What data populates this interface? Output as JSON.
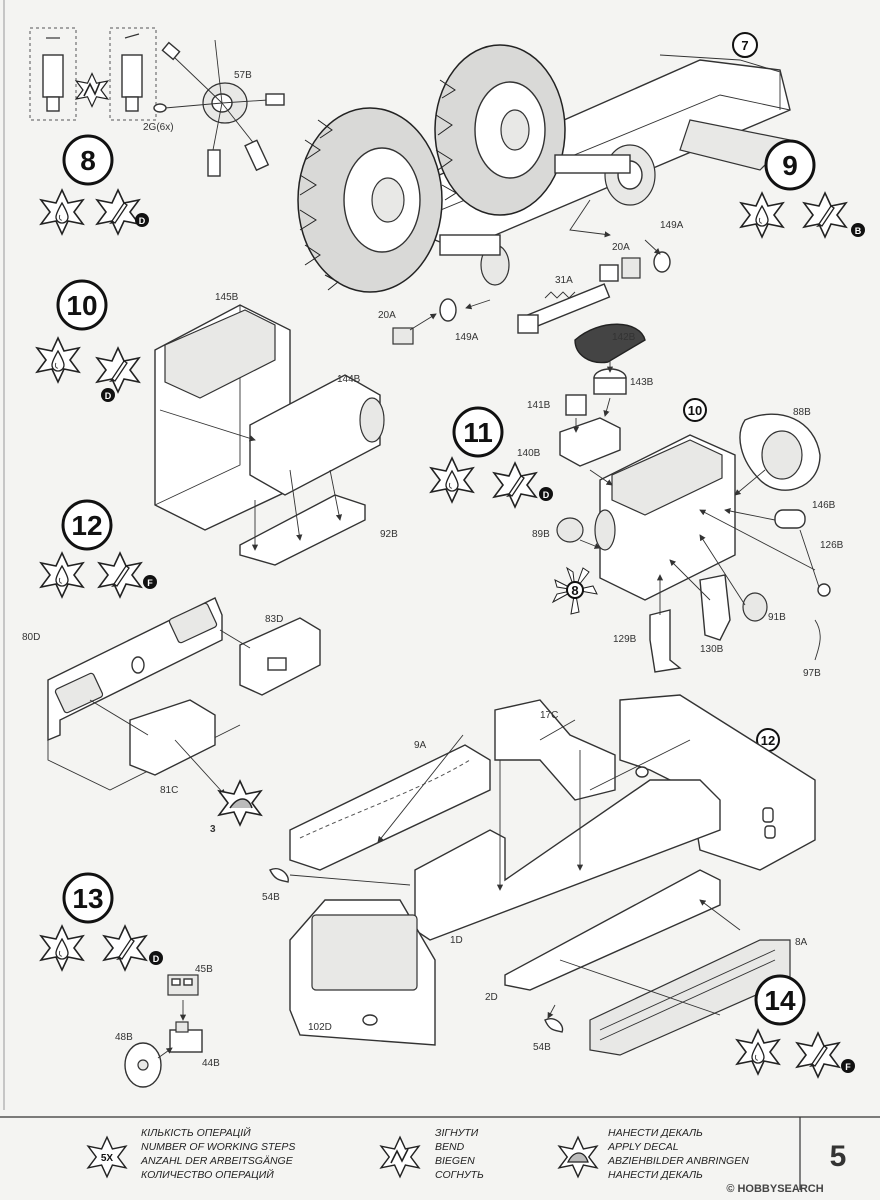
{
  "steps": {
    "s7": "7",
    "s8": "8",
    "s9": "9",
    "s10": "10",
    "s11": "11",
    "s12": "12",
    "s13": "13",
    "s14": "14"
  },
  "subrefs": {
    "r10": "10",
    "r8": "8",
    "r12": "12"
  },
  "paint_letters": {
    "p8": "D",
    "p9": "B",
    "p10": "D",
    "p11": "D",
    "p12": "F",
    "p13": "D",
    "p14": "F"
  },
  "parts": {
    "p57B": "57B",
    "p2G6x": "2G(6x)",
    "p149A_a": "149A",
    "p20A_a": "20A",
    "p31A": "31A",
    "p20A_b": "20A",
    "p149A_b": "149A",
    "p145B": "145B",
    "p144B": "144B",
    "p92B": "92B",
    "p142B": "142B",
    "p143B": "143B",
    "p141B": "141B",
    "p140B": "140B",
    "p88B": "88B",
    "p146B": "146B",
    "p126B": "126B",
    "p89B": "89B",
    "p91B": "91B",
    "p129B": "129B",
    "p130B": "130B",
    "p97B": "97B",
    "p83D": "83D",
    "p80D": "80D",
    "p81C": "81C",
    "p3": "3",
    "p9A": "9A",
    "p17C": "17C",
    "p54B_a": "54B",
    "p1D": "1D",
    "p8A": "8A",
    "p2D": "2D",
    "p102D": "102D",
    "p54B_b": "54B",
    "p45B": "45B",
    "p48B": "48B",
    "p44B": "44B"
  },
  "legend": {
    "count_symbol": "5X",
    "steps_lines": [
      "КІЛЬКІСТЬ ОПЕРАЦІЙ",
      "NUMBER OF WORKING STEPS",
      "ANZAHL DER ARBEITSGÄNGE",
      "КОЛИЧЕСТВО ОПЕРАЦИЙ"
    ],
    "bend_lines": [
      "ЗІГНУТИ",
      "BEND",
      "BIEGEN",
      "СОГНУТЬ"
    ],
    "decal_lines": [
      "НАНЕСТИ ДЕКАЛЬ",
      "APPLY DECAL",
      "ABZIEHBILDER ANBRINGEN",
      "НАНЕСТИ ДЕКАЛЬ"
    ]
  },
  "page_number": "5",
  "watermark": "© HOBBYSEARCH"
}
